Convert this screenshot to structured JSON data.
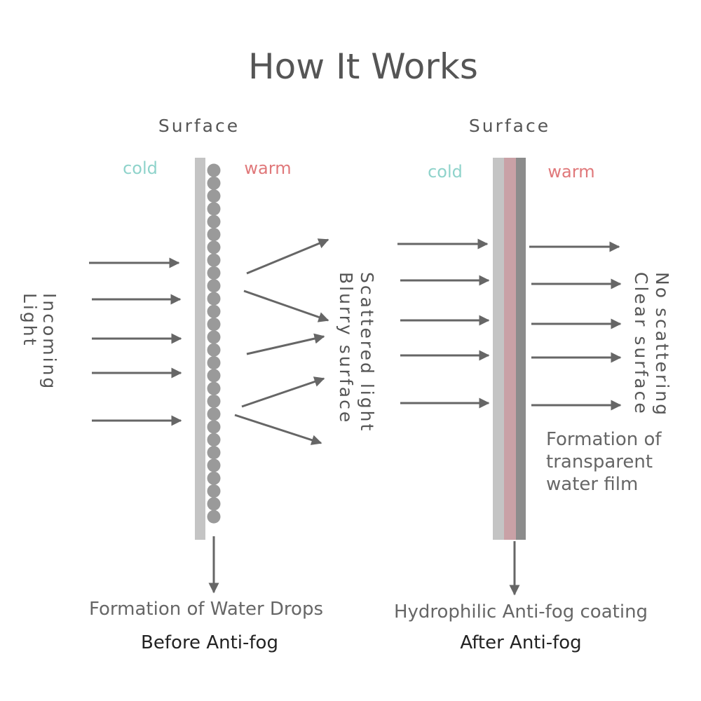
{
  "title": "How It Works",
  "left": {
    "surface_label": "Surface",
    "cold_label": "cold",
    "warm_label": "warm",
    "incoming_line1": "Incoming",
    "incoming_line2": "Light",
    "scattered_line1": "Scattered light",
    "scattered_line2": "Blurry surface",
    "formation_label": "Formation of Water Drops",
    "caption": "Before Anti-fog"
  },
  "right": {
    "surface_label": "Surface",
    "cold_label": "cold",
    "warm_label": "warm",
    "no_scatter_line1": "No scattering",
    "no_scatter_line2": "Clear surface",
    "film_line1": "Formation of",
    "film_line2": "transparent",
    "film_line3": "water film",
    "formation_label": "Hydrophilic Anti-fog coating",
    "caption": "After Anti-fog"
  },
  "colors": {
    "cold": "#8fd3cb",
    "warm": "#e0787a",
    "arrow": "#666666",
    "surface": "#c4c4c4",
    "droplet": "#9a9a9a",
    "film": "#c9a1a6"
  }
}
